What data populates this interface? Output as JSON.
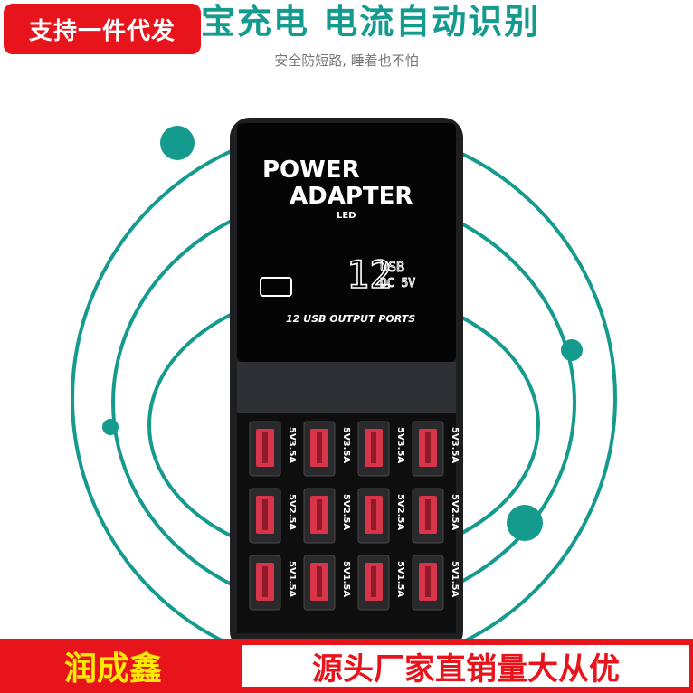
{
  "badge": "支持一件代发",
  "headline": "宝充电 电流自动识别",
  "subline": "安全防短路, 睡着也不怕",
  "device": {
    "title_line1": "POWER",
    "title_line2": "ADAPTER",
    "led": "LED",
    "display_number": "12",
    "display_top": "USB",
    "display_bottom": "DC 5V",
    "ports_label": "12 USB OUTPUT PORTS",
    "port_rows": [
      {
        "rating": "5V3.5A"
      },
      {
        "rating": "5V2.5A"
      },
      {
        "rating": "5V1.5A"
      }
    ]
  },
  "brand": "润成鑫",
  "slogan": "源头厂家直销量大从优",
  "colors": {
    "accent": "#159a8e",
    "red": "#e8141c",
    "port": "#d8344a"
  }
}
